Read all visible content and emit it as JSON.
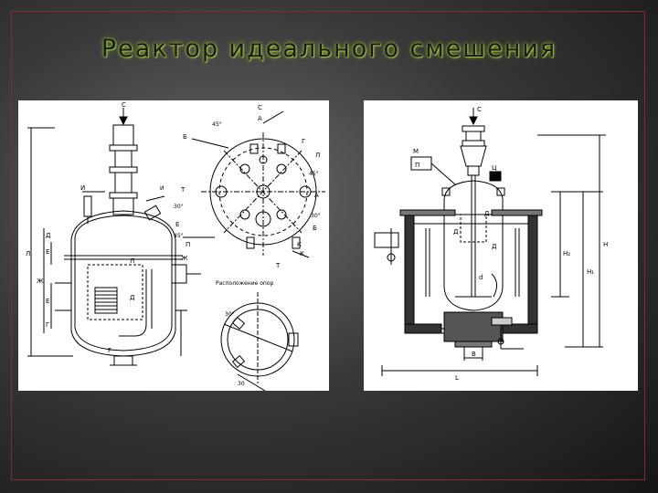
{
  "slide": {
    "title": "Реактор идеального смешения"
  },
  "left_drawing": {
    "labels": {
      "top_c": "С",
      "a1": "А",
      "c2": "С",
      "b": "Б",
      "g": "Г",
      "d": "Д",
      "e_left": "Е",
      "e_left2": "Е",
      "i": "И",
      "l_left": "Л",
      "zh_left": "Ж",
      "d2": "Д",
      "f": "F",
      "g_left": "Г",
      "l": "Л",
      "a2": "А",
      "b2": "Б",
      "t": "Т",
      "e2": "Е",
      "p": "П",
      "zh": "Ж",
      "k": "К",
      "k2": "К",
      "t2": "Т",
      "i2": "И",
      "deg45a": "45°",
      "deg45b": "45°",
      "deg45c": "45°",
      "deg30a": "30°",
      "deg30b": "30°",
      "deg30c": "30°",
      "support_caption": "Расположение опор",
      "n30": "30"
    }
  },
  "right_drawing": {
    "labels": {
      "c": "С",
      "m": "М",
      "p": "П",
      "ts": "Ц",
      "d": "Д",
      "d2": "Д",
      "d3": "Д",
      "d4": "d",
      "b": "В",
      "l": "L",
      "h": "Н",
      "h1": "Н₁",
      "h2": "Н₂"
    }
  }
}
